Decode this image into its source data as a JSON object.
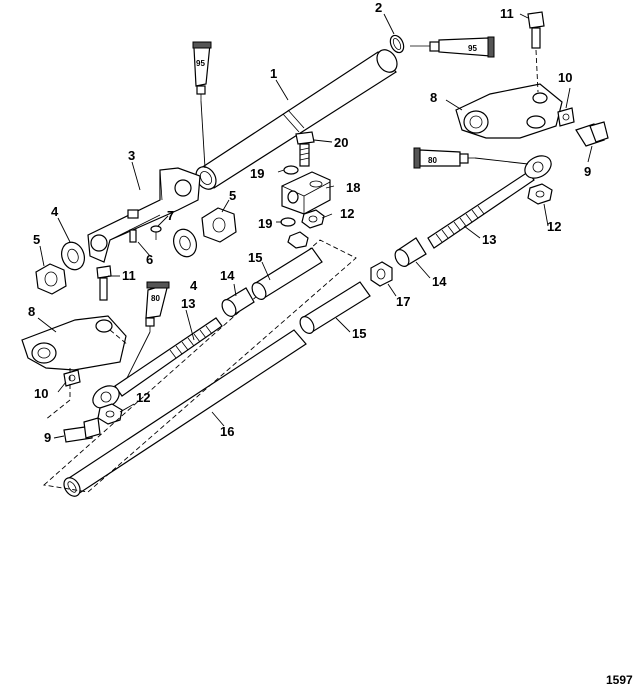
{
  "figure_number": "1597",
  "sealant_tubes": [
    {
      "id": "tube-95-upper-left",
      "label": "95"
    },
    {
      "id": "tube-95-upper-right",
      "label": "95"
    },
    {
      "id": "tube-80-right",
      "label": "80"
    },
    {
      "id": "tube-80-left",
      "label": "80"
    }
  ],
  "callouts": {
    "c1": "1",
    "c2": "2",
    "c3": "3",
    "c4a": "4",
    "c4b": "4",
    "c5a": "5",
    "c5b": "5",
    "c6": "6",
    "c7": "7",
    "c8a": "8",
    "c8b": "8",
    "c9a": "9",
    "c9b": "9",
    "c10a": "10",
    "c10b": "10",
    "c11a": "11",
    "c11b": "11",
    "c12a": "12",
    "c12b": "12",
    "c12c": "12",
    "c13a": "13",
    "c13b": "13",
    "c14a": "14",
    "c14b": "14",
    "c15a": "15",
    "c15b": "15",
    "c16": "16",
    "c17": "17",
    "c18": "18",
    "c19a": "19",
    "c19b": "19",
    "c20": "20"
  }
}
